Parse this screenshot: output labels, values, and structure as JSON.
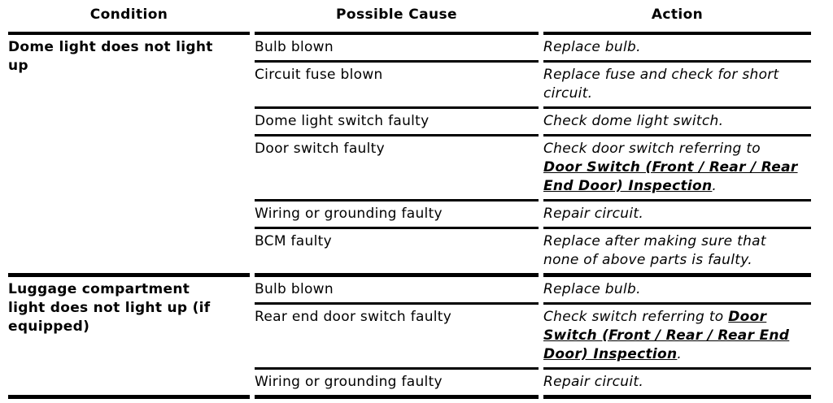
{
  "colors": {
    "background": "#ffffff",
    "text": "#000000",
    "rules": "#000000",
    "link": "#000000"
  },
  "table": {
    "headers": {
      "condition": "Condition",
      "cause": "Possible Cause",
      "action": "Action"
    },
    "sections": [
      {
        "condition": "Dome light does not light\nup",
        "rows": [
          {
            "cause": "Bulb blown",
            "action": "Replace bulb."
          },
          {
            "cause": "Circuit fuse blown",
            "action": "Replace fuse and check for short\ncircuit."
          },
          {
            "cause": "Dome light switch faulty",
            "action": "Check dome light switch."
          },
          {
            "cause": "Door switch faulty",
            "action": "Check door switch referring to\n",
            "action_link": "Door Switch (Front / Rear / Rear\nEnd Door) Inspection",
            "action_after": "."
          },
          {
            "cause": "Wiring or grounding faulty",
            "action": "Repair circuit."
          },
          {
            "cause": "BCM faulty",
            "action": "Replace after making sure that\nnone of above parts is faulty."
          }
        ]
      },
      {
        "condition": "Luggage compartment\nlight does not light up (if\nequipped)",
        "rows": [
          {
            "cause": "Bulb blown",
            "action": "Replace bulb."
          },
          {
            "cause": "Rear end door switch faulty",
            "action": "Check switch referring to ",
            "action_link": "Door\nSwitch (Front / Rear / Rear End\nDoor) Inspection",
            "action_after": "."
          },
          {
            "cause": "Wiring or grounding faulty",
            "action": "Repair circuit."
          }
        ]
      }
    ]
  }
}
